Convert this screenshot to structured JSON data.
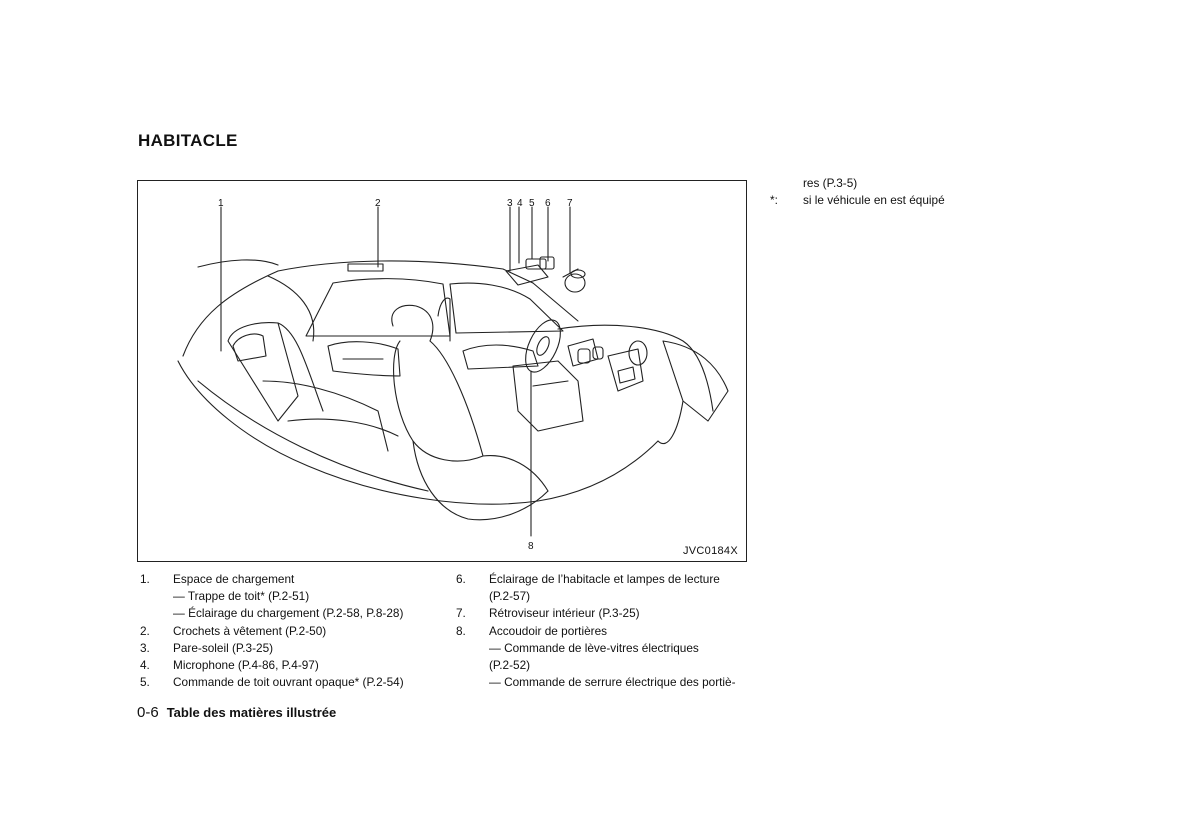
{
  "section_title": "HABITACLE",
  "figure": {
    "code": "JVC0184X",
    "callouts": [
      "1",
      "2",
      "3",
      "4",
      "5",
      "6",
      "7",
      "8"
    ]
  },
  "legend_col1": {
    "item1": {
      "num": "1.",
      "text": "Espace de chargement"
    },
    "item1_sub1": "— Trappe de toit* (P.2-51)",
    "item1_sub2": "— Éclairage du chargement (P.2-58, P.8-28)",
    "item2": {
      "num": "2.",
      "text": "Crochets à vêtement (P.2-50)"
    },
    "item3": {
      "num": "3.",
      "text": "Pare-soleil (P.3-25)"
    },
    "item4": {
      "num": "4.",
      "text": "Microphone (P.4-86, P.4-97)"
    },
    "item5": {
      "num": "5.",
      "text": "Commande de toit ouvrant opaque* (P.2-54)"
    }
  },
  "legend_col2": {
    "item6": {
      "num": "6.",
      "text": "Éclairage de l’habitacle et lampes de lecture",
      "cont": "(P.2-57)"
    },
    "item7": {
      "num": "7.",
      "text": "Rétroviseur intérieur (P.3-25)"
    },
    "item8": {
      "num": "8.",
      "text": "Accoudoir de portières"
    },
    "item8_sub1": "— Commande de lève-vitres électriques",
    "item8_sub1_cont": "(P.2-52)",
    "item8_sub2": "— Commande de serrure électrique des portiè-"
  },
  "legend_col3": {
    "cont": "res (P.3-5)",
    "note": {
      "mark": "*:",
      "text": "si le véhicule en est équipé"
    }
  },
  "footer": {
    "page": "0-6",
    "title": "Table des matières illustrée"
  }
}
